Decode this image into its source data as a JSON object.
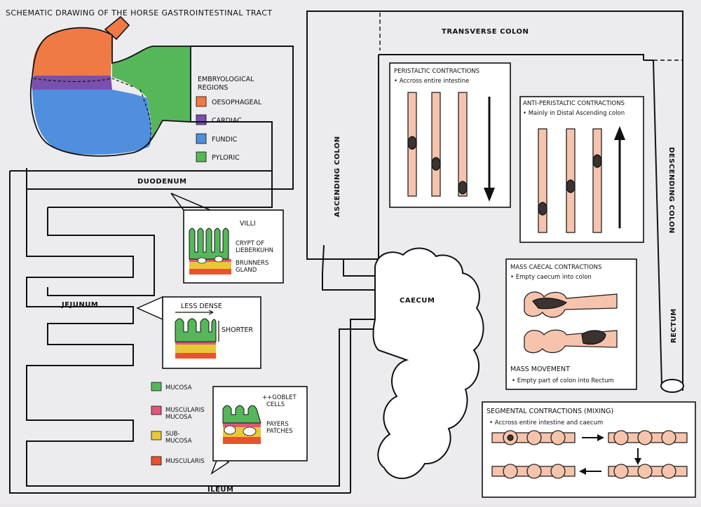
{
  "title": "SCHEMATIC DRAWING OF THE HORSE GASTROINTESTINAL TRACT",
  "stomach": {
    "legend_title_line1": "EMBRYOLOGICAL",
    "legend_title_line2": "REGIONS",
    "legend": [
      {
        "label": "OESOPHAGEAL",
        "color": "#f07a45"
      },
      {
        "label": "CARDIAC",
        "color": "#7a4fb0"
      },
      {
        "label": "FUNDIC",
        "color": "#4f8fdd"
      },
      {
        "label": "PYLORIC",
        "color": "#55b65a"
      }
    ]
  },
  "segments": {
    "duodenum": "DUODENUM",
    "jejunum": "JEJUNUM",
    "ileum": "ILEUM",
    "caecum": "CAECUM",
    "ascending_colon": "ASCENDING COLON",
    "transverse_colon": "TRANSVERSE COLON",
    "descending_colon": "DESCENDING COLON",
    "rectum": "RECTUM"
  },
  "duodenum_detail": {
    "villi": "VILLI",
    "crypt_line1": "CRYPT OF",
    "crypt_line2": "LIEBERKUHN",
    "brunners_line1": "BRUNNERS",
    "brunners_line2": "GLAND"
  },
  "jejunum_detail": {
    "less_dense": "LESS DENSE",
    "shorter": "SHORTER"
  },
  "ileum_detail": {
    "goblet_line1": "++GOBLET",
    "goblet_line2": "CELLS",
    "payers_line1": "PAYERS",
    "payers_line2": "PATCHES"
  },
  "wall_layers": [
    {
      "label_line1": "MUCOSA",
      "label_line2": "",
      "color": "#55b65a"
    },
    {
      "label_line1": "MUSCULARIS",
      "label_line2": "MUCOSA",
      "color": "#e0587a"
    },
    {
      "label_line1": "SUB-",
      "label_line2": "MUCOSA",
      "color": "#e8c838"
    },
    {
      "label_line1": "MUSCULARIS",
      "label_line2": "",
      "color": "#e8532f"
    }
  ],
  "panels": {
    "peristaltic": {
      "title": "PERISTALTIC CONTRACTIONS",
      "note": "• Accross entire intestine"
    },
    "anti_peristaltic": {
      "title": "ANTI-PERISTALTIC CONTRACTIONS",
      "note": "• Mainly in Distal Ascending colon"
    },
    "mass_caecal": {
      "title": "MASS CAECAL CONTRACTIONS",
      "note": "• Empty caecum into colon"
    },
    "mass_movement": {
      "title": "MASS MOVEMENT",
      "note": "• Empty part of colon into Rectum"
    },
    "segmental": {
      "title": "SEGMENTAL CONTRACTIONS (MIXING)",
      "note": "• Accross entire intestine and caecum"
    }
  }
}
